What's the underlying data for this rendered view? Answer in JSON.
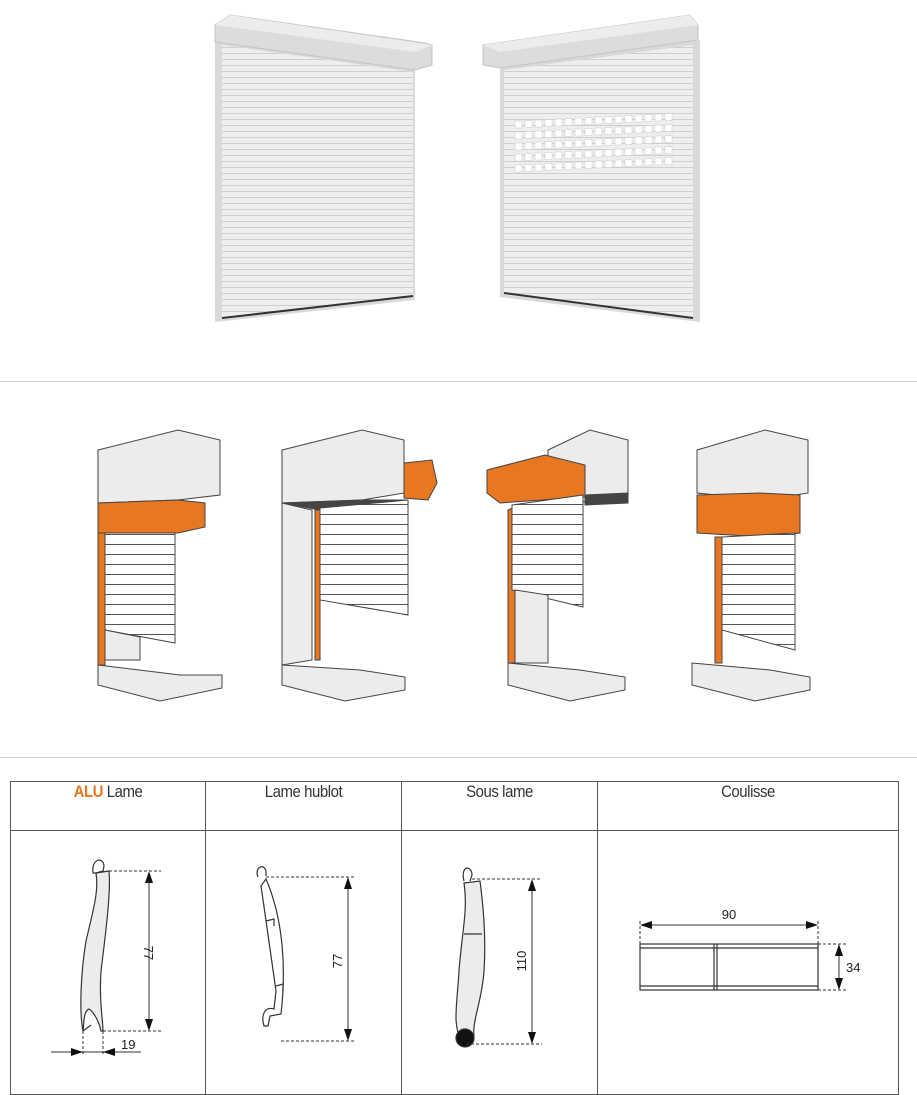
{
  "colors": {
    "accent": "#e87722",
    "panel": "#e6e6e6",
    "line": "#333333"
  },
  "top_images": [
    {
      "name": "roller-door-plain"
    },
    {
      "name": "roller-door-with-window-slats"
    }
  ],
  "installation_diagrams": [
    {
      "name": "installation-type-1"
    },
    {
      "name": "installation-type-2"
    },
    {
      "name": "installation-type-3"
    },
    {
      "name": "installation-type-4"
    }
  ],
  "table": {
    "headers": [
      {
        "accent": "ALU",
        "label": "Lame"
      },
      {
        "label": "Lame hublot"
      },
      {
        "label": "Sous lame"
      },
      {
        "label": "Coulisse"
      }
    ],
    "dimensions": {
      "alu_lame": {
        "height": "77",
        "thickness": "19"
      },
      "lame_hublot": {
        "height": "77"
      },
      "sous_lame": {
        "height": "110"
      },
      "coulisse": {
        "width": "90",
        "height": "34"
      }
    }
  }
}
